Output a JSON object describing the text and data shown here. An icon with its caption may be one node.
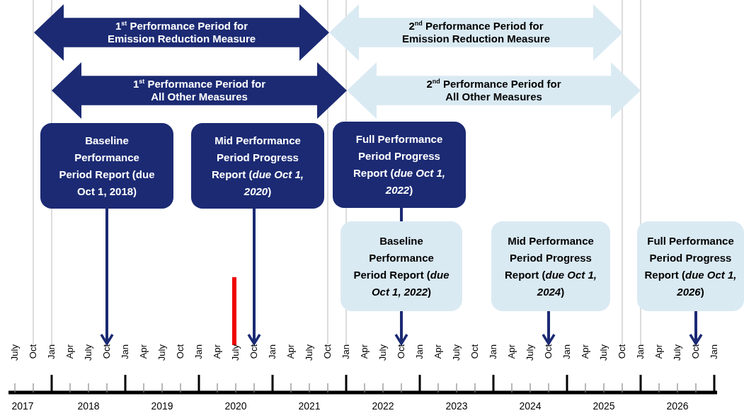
{
  "diagram": {
    "nodes": [
      {
        "text": [
          "1$^{st}$ Performance Period for Emission Reduction Measure"
        ]
      },
      {
        "text": [
          "2$^{nd}$ Performance Period for Emission Reduction Measure"
        ]
      },
      {
        "text": [
          "1$^{st}$ Performance Period for All Other Measures"
        ]
      },
      {
        "text": [
          "2$^{nd}$ Performance Period for All Other Measures"
        ]
      },
      {
        "text": [
          "Baseline Performance Period Report (due Oct 1, 2018)"
        ]
      },
      {
        "text": [
          "Mid Performance Period Progress Report (*due Oct 1, 2020*)"
        ]
      },
      {
        "text": [
          "Full Performance Period Progress Report (*due Oct 1, 2022*)"
        ]
      },
      {
        "text": [
          "Baseline Performance Period Report (*due Oct 1, 2022*)"
        ]
      },
      {
        "text": [
          "Mid Performance Period Progress Report (*due Oct 1, 2024*)"
        ]
      },
      {
        "text": [
          "Full Performance Period Progress Report (*due Oct 1, 2026*)"
        ]
      },
      {
        "text": [
          "Oct"
        ]
      },
      {
        "text": [
          "Oct"
        ]
      },
      {
        "text": [
          "Oct"
        ]
      },
      {
        "text": [
          "Oct"
        ]
      },
      {
        "text": [
          "Oct"
        ]
      }
    ],
    "edges": [
      {
        "from": 4,
        "to": 10,
        "arrow": "to"
      },
      {
        "from": 5,
        "to": 11,
        "arrow": "to"
      },
      {
        "from": 6,
        "to": 7,
        "arrow": "none"
      },
      {
        "from": 7,
        "to": 12,
        "arrow": "to"
      },
      {
        "from": 8,
        "to": 13,
        "arrow": "to"
      },
      {
        "from": 9,
        "to": 14,
        "arrow": "to"
      }
    ],
    "labels": [
      "July",
      "Oct",
      "Jan",
      "Apr",
      "July",
      "Jan",
      "Apr",
      "July",
      "Oct",
      "Jan",
      "Apr",
      "July",
      "Jan",
      "Apr",
      "July",
      "Oct",
      "Jan",
      "Apr",
      "July",
      "Jan",
      "Apr",
      "July",
      "Oct",
      "Jan",
      "Apr",
      "July",
      "Jan",
      "Apr",
      "July",
      "Oct",
      "Jan",
      "Apr",
      "July",
      "Jan",
      "2017",
      "2018",
      "2019",
      "2020",
      "2021",
      "2022",
      "2023",
      "2024",
      "2025",
      "2026"
    ]
  }
}
